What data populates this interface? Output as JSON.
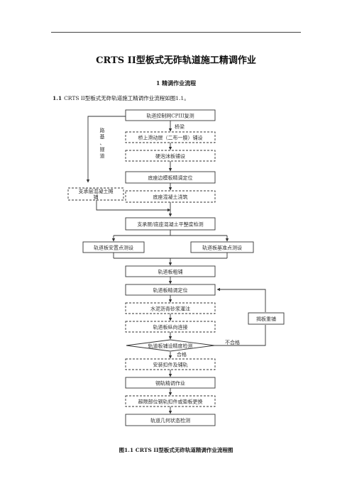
{
  "document": {
    "title": "CRTS II型板式无砟轨道施工精调作业",
    "section_heading": "1   精调作业流程",
    "paragraph_number": "1.1",
    "paragraph_text": "CRTS II型板式无砟轨道施工精调作业流程如图1.1。",
    "figure_caption": "图1.1 CRTS II型板式无砟轨道精调作业流程图"
  },
  "flowchart": {
    "boxes": {
      "cpiii": "轨道控制网CPIII复测",
      "slide_layer": "桥上滑动层（二布一膜）铺设",
      "foam_board": "硬泡沫板铺设",
      "base_formwork": "底座边模板精调定位",
      "base_concrete": "底座混凝土浇筑",
      "support_layer": "支承层混凝土摊铺",
      "flatness_check": "支承层/底座混凝土平整度检测",
      "placement_points": "轨道板安置点测设",
      "reference_points": "轨道板基准点测设",
      "rough_laying": "轨道板粗铺",
      "fine_positioning": "轨道板精调定位",
      "grouting": "水泥沥青砂浆灌注",
      "longitudinal": "轨道板纵向连接",
      "accuracy_check": "轨道板铺设精度检测",
      "relay": "揭板重铺",
      "fasteners": "安装扣件及铺轨",
      "rail_adjust": "钢轨精调作业",
      "replace": "超限部位钢轨扣件或垫板更换",
      "geometry_check": "轨道几何状态检测"
    },
    "labels": {
      "bridge": "桥梁",
      "roadbed": "路基、隧道",
      "pass": "合格",
      "fail": "不合格"
    }
  }
}
